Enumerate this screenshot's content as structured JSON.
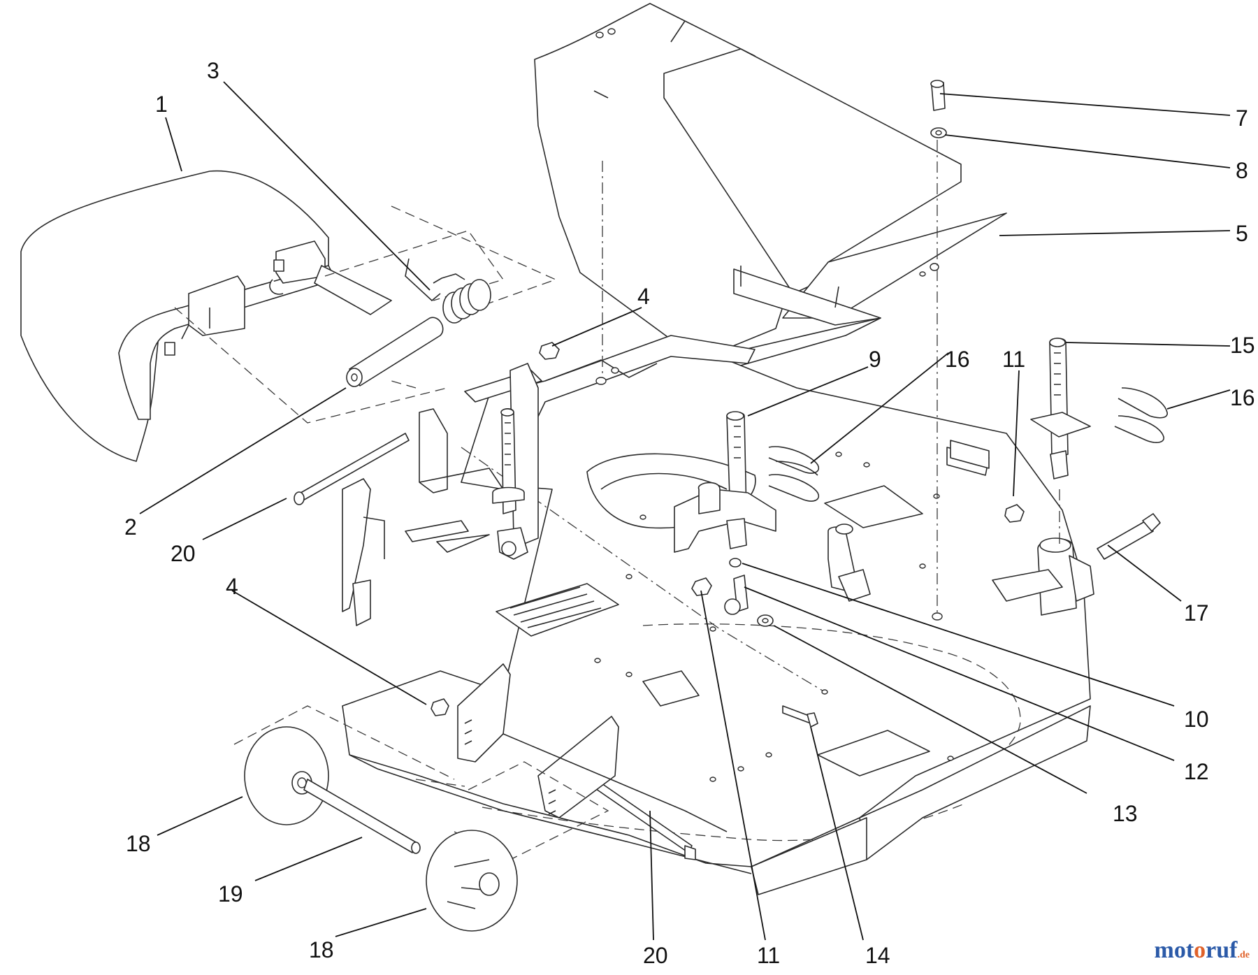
{
  "labels": {
    "l1": "1",
    "l2": "2",
    "l3": "3",
    "l4a": "4",
    "l4b": "4",
    "l5": "5",
    "l7": "7",
    "l8": "8",
    "l9": "9",
    "l10": "10",
    "l11a": "11",
    "l11b": "11",
    "l12": "12",
    "l13": "13",
    "l14": "14",
    "l15": "15",
    "l16a": "16",
    "l16b": "16",
    "l17": "17",
    "l18a": "18",
    "l18b": "18",
    "l19": "19",
    "l20a": "20",
    "l20b": "20"
  },
  "watermark": {
    "a": "mot",
    "b": "o",
    "c": "ruf",
    "d": ".de"
  },
  "colors": {
    "line": "#2a2a2a",
    "watermark_blue": "#2b5aa8",
    "watermark_orange": "#e0622a"
  }
}
